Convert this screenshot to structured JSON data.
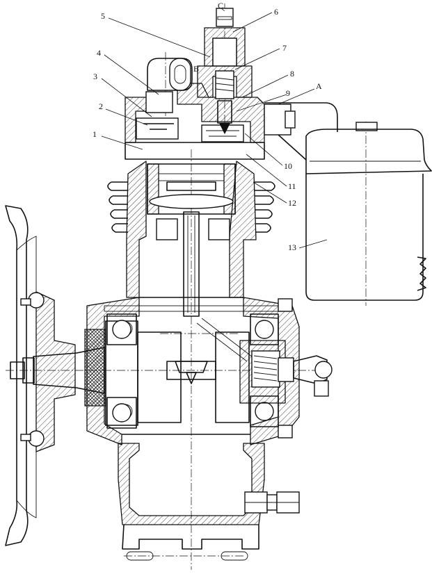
{
  "diagram": {
    "part_numbers": [
      "1",
      "2",
      "3",
      "4",
      "5",
      "6",
      "7",
      "8",
      "9",
      "10",
      "11",
      "12",
      "13"
    ],
    "port_labels": [
      "A",
      "B",
      "C"
    ]
  },
  "colors": {
    "line": "#111111",
    "background": "#ffffff"
  }
}
